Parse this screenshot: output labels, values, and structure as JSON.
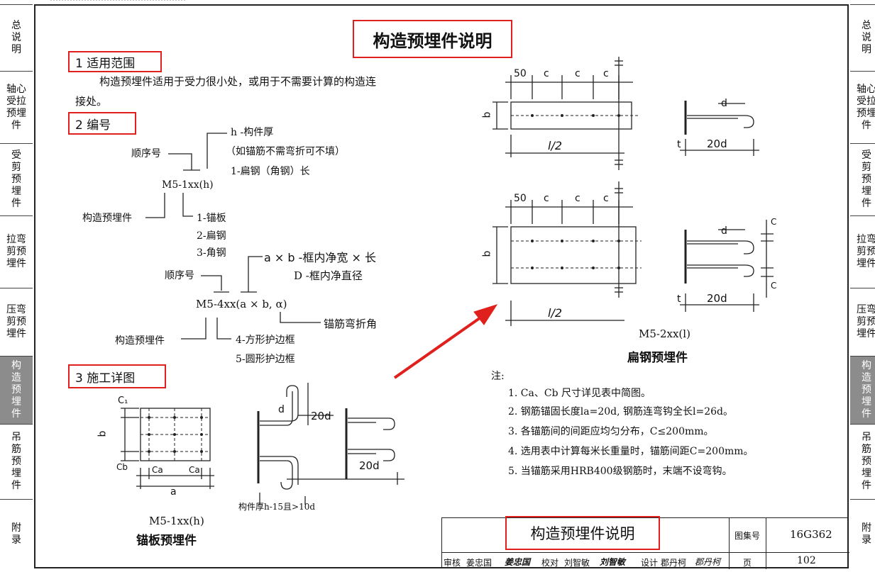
{
  "top_cut_text": "…………………………………………",
  "left_tabs": [
    {
      "label": "总\n说\n明",
      "active": false
    },
    {
      "label": "轴心\n受拉\n预埋\n件",
      "active": false
    },
    {
      "label": "受\n剪\n预\n埋\n件",
      "active": false
    },
    {
      "label": "拉弯\n剪预\n埋件",
      "active": false
    },
    {
      "label": "压弯\n剪预\n埋件",
      "active": false
    },
    {
      "label": "构\n造\n预\n埋\n件",
      "active": true
    },
    {
      "label": "吊\n筋\n预\n埋\n件",
      "active": false
    },
    {
      "label": "附\n录",
      "active": false
    }
  ],
  "page_title": "构造预埋件说明",
  "section1": {
    "heading": "1 适用范围",
    "body_line1": "构造预埋件适用于受力很小处，或用于不需要计算的构造连",
    "body_line2": "接处。"
  },
  "section2": {
    "heading": "2 编号",
    "d1": {
      "h_label": "h -构件厚",
      "h_note": "（如锚筋不需弯折可不填）",
      "l_label": "1-扁钢（角钢）长",
      "seq": "顺序号",
      "code": "M5-1xx(h)",
      "kind": "构造预埋件",
      "t1": "1-锚板",
      "t2": "2-扁钢",
      "t3": "3-角钢"
    },
    "d2": {
      "ab": "a × b -框内净宽 × 长",
      "D": "D -框内净直径",
      "seq": "顺序号",
      "code": "M5-4xx(a × b, α)",
      "angle": "锚筋弯折角",
      "kind": "构造预埋件",
      "t4": "4-方形护边框",
      "t5": "5-圆形护边框"
    }
  },
  "section3": {
    "heading": "3 施工详图"
  },
  "plate": {
    "code": "M5-1xx(h)",
    "name": "锚板预埋件",
    "thick_note": "构件厚h-15且>10d",
    "dim_20d_a": "20d",
    "dim_20d_b": "20d",
    "label_a": "a",
    "label_b": "b",
    "label_ca": "Ca",
    "label_cb": "Cb",
    "label_c1": "C₁",
    "label_d": "d"
  },
  "flat": {
    "dim_50a": "50",
    "dim_c1": "c",
    "dim_c2": "c",
    "dim_c3": "c",
    "dim_50b": "50",
    "dim_c4": "c",
    "dim_c5": "c",
    "dim_c6": "c",
    "label_b1": "b",
    "label_b2": "b",
    "half_l_1": "l/2",
    "half_l_2": "l/2",
    "dim_20d_1": "20d",
    "dim_20d_2": "20d",
    "d_1": "d",
    "d_2": "d",
    "t_1": "t",
    "t_2": "t",
    "c_right1": "C",
    "c_right2": "C",
    "code": "M5-2xx(l)",
    "name": "扁钢预埋件"
  },
  "notes": {
    "label": "注:",
    "items": [
      "1. Ca、Cb 尺寸详见表中简图。",
      "2. 钢筋锚固长度la=20d, 钢筋连弯钩全长l=26d。",
      "3. 各锚筋间的间距应均匀分布，C≤200mm。",
      "4. 选用表中计算每米长重量时，锚筋间距C=200mm。",
      "5. 当锚筋采用HRB400级钢筋时，末端不设弯钩。"
    ]
  },
  "title_block": {
    "title": "构造预埋件说明",
    "atlas_label": "图集号",
    "atlas_no": "16G362",
    "page_label": "页",
    "page_no": "102",
    "sign_row": [
      "审核",
      "姜忠国",
      "姜忠国",
      "校对",
      "刘智敏",
      "刘智敏",
      "设计",
      "郡丹柯",
      "郡丹柯"
    ]
  },
  "colors": {
    "highlight": "#e0201c",
    "active_tab": "#8c8c8c",
    "line": "#222222"
  }
}
